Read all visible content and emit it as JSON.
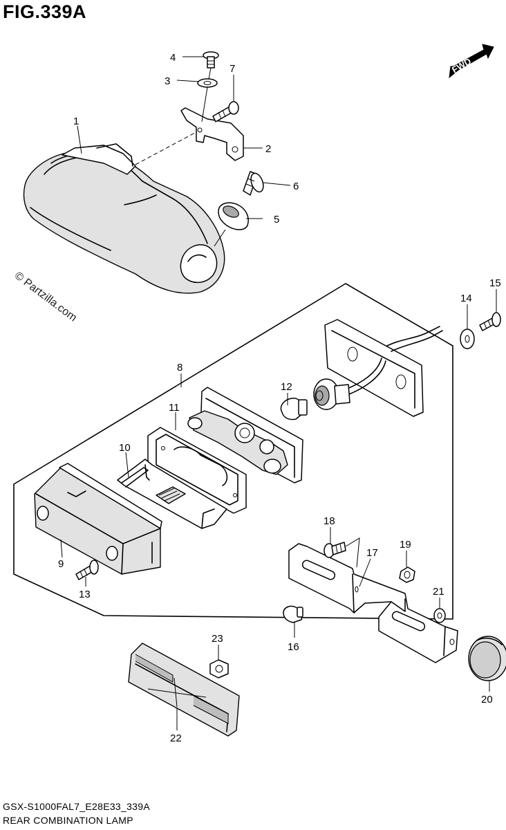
{
  "figure": {
    "title": "FIG.339A",
    "model_code": "GSX-S1000FAL7_E28E33_339A",
    "name": "REAR COMBINATION LAMP",
    "watermark": "© Partzilla.com",
    "direction_label": "FWD"
  },
  "callouts": [
    {
      "id": "c1",
      "label": "1"
    },
    {
      "id": "c2",
      "label": "2"
    },
    {
      "id": "c3",
      "label": "3"
    },
    {
      "id": "c4",
      "label": "4"
    },
    {
      "id": "c5",
      "label": "5"
    },
    {
      "id": "c6",
      "label": "6"
    },
    {
      "id": "c7",
      "label": "7"
    },
    {
      "id": "c8",
      "label": "8"
    },
    {
      "id": "c9",
      "label": "9"
    },
    {
      "id": "c10",
      "label": "10"
    },
    {
      "id": "c11",
      "label": "11"
    },
    {
      "id": "c12",
      "label": "12"
    },
    {
      "id": "c13",
      "label": "13"
    },
    {
      "id": "c14",
      "label": "14"
    },
    {
      "id": "c15",
      "label": "15"
    },
    {
      "id": "c16",
      "label": "16"
    },
    {
      "id": "c17",
      "label": "17"
    },
    {
      "id": "c18",
      "label": "18"
    },
    {
      "id": "c19",
      "label": "19"
    },
    {
      "id": "c20",
      "label": "20"
    },
    {
      "id": "c21",
      "label": "21"
    },
    {
      "id": "c22",
      "label": "22"
    },
    {
      "id": "c23",
      "label": "23"
    }
  ]
}
